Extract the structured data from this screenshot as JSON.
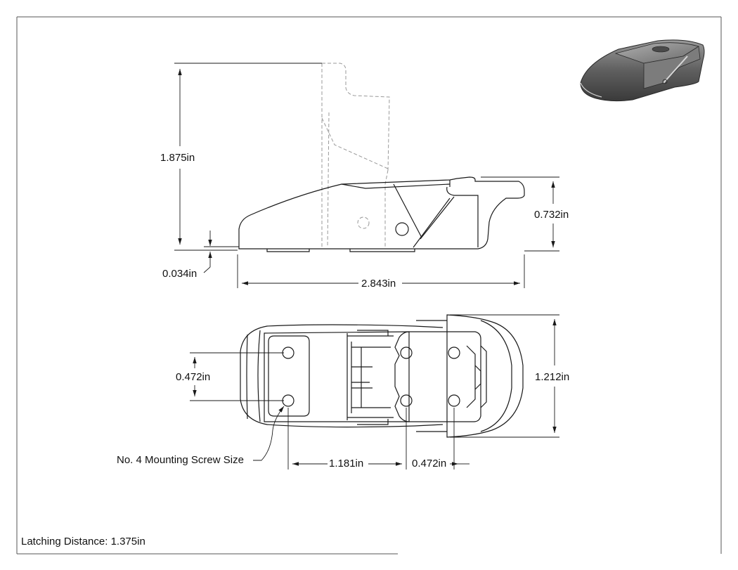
{
  "dimensions": {
    "overall_height": "1.875in",
    "body_height": "0.732in",
    "clearance": "0.034in",
    "overall_length": "2.843in",
    "hole_spacing_left": "0.472in",
    "overall_width": "1.212in",
    "hole_offset_x": "1.181in",
    "hole_spacing_right": "0.472in"
  },
  "notes": {
    "screw_size": "No. 4 Mounting Screw Size",
    "latching_distance": "Latching Distance: 1.375in"
  },
  "colors": {
    "line": "#1a1a1a",
    "hidden_line": "#9a9a9a",
    "shaded_body": "#6e6e6e"
  }
}
